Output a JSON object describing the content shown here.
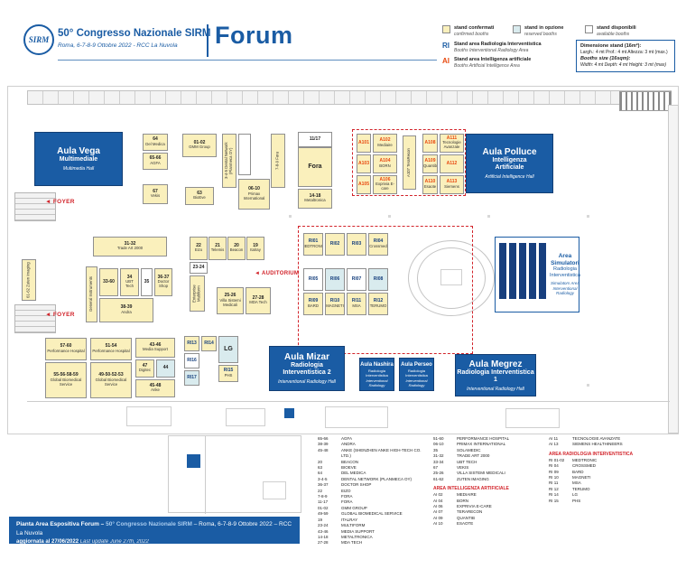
{
  "header": {
    "logo": "SIRM",
    "title": "50° Congresso Nazionale SIRM",
    "subtitle": "Roma, 6-7-8-9 Ottobre 2022 - RCC La Nuvola",
    "page_title": "Forum"
  },
  "legend": {
    "confirmed": {
      "label": "stand confermati",
      "label_en": "confirmed booths",
      "color": "#FAF0BC"
    },
    "option": {
      "label": "stand in opzione",
      "label_en": "reserved booths",
      "color": "#D9EBEE"
    },
    "available": {
      "label": "stand disponibili",
      "label_en": "available booths",
      "color": "#FFFFFF"
    },
    "ri": {
      "code": "RI",
      "label": "Stand area Radiologia Interventistica",
      "label_en": "Booths Interventional Radiology Area",
      "color": "#1A5CA4"
    },
    "ai": {
      "code": "AI",
      "label": "Stand area Intelligenza artificiale",
      "label_en": "Booths Artificial Intelligence Area",
      "color": "#E8490F"
    },
    "dimensions": {
      "title": "Dimensione stand (16m²):",
      "line1": "Largh.: 4 mt  Prof.: 4 mt  Altezza: 3 mt (max.)",
      "title_en": "Booths size (16sqm):",
      "line2": "Width: 4 mt  Depth: 4 mt  Height: 3 mt (max)"
    }
  },
  "labels": {
    "foyer": "FOYER",
    "auditorium": "AUDITORIUM",
    "arrow": "◄"
  },
  "halls": {
    "vega": {
      "name": "Aula Vega",
      "sub": "Multimediale",
      "en": "Multimedia Hall"
    },
    "polluce": {
      "name": "Aula Polluce",
      "sub1": "Intelligenza",
      "sub2": "Artificiale",
      "en": "Artificial Intelligence Hall"
    },
    "mizar": {
      "name": "Aula Mizar",
      "sub1": "Radiologia",
      "sub2": "Interventistica 2",
      "en": "Interventional Radiology Hall"
    },
    "megrez": {
      "name": "Aula Megrez",
      "sub": "Radiologia Interventistica 1",
      "en": "Interventional Radiology Hall"
    },
    "nashira": {
      "name": "Aula Nashira",
      "sub": "Radiologia Interventistica",
      "en": "Interventional Radiology"
    },
    "perseo": {
      "name": "Aula Perseo",
      "sub": "Radiologia Interventistica",
      "en": "Interventional Radiology"
    },
    "simulatori": {
      "s1a": "Area",
      "s1b": "Simulatori",
      "s2a": "Radiologia",
      "s2b": "Interventistica",
      "en1": "Simulators Area",
      "en2": "Interventional",
      "en3": "Radiology"
    }
  },
  "booths": {
    "b64": {
      "num": "64",
      "name": "Del Medica"
    },
    "b6566": {
      "num": "65-66",
      "name": "AGFA"
    },
    "b67": {
      "num": "67",
      "name": "Vekis"
    },
    "b0102": {
      "num": "01-02",
      "name": "GMM Group"
    },
    "b63": {
      "num": "63",
      "name": "BioEve"
    },
    "b345": {
      "num": "",
      "name": "3-4-5 Dental Network (Planmeca OY)"
    },
    "b789": {
      "num": "",
      "name": "7-8-9 Fora"
    },
    "bprimax": {
      "num": "06-10",
      "name": "Primax International"
    },
    "b1117": {
      "num": "11/17",
      "name": ""
    },
    "bfora": {
      "num": "",
      "name": "Fora"
    },
    "b1418": {
      "num": "14-18",
      "name": "Metaltronica"
    },
    "b22": {
      "num": "22",
      "name": "Eizo"
    },
    "b21": {
      "num": "21",
      "name": "Telemis"
    },
    "b20": {
      "num": "20",
      "name": "Beacon"
    },
    "b19": {
      "num": "19",
      "name": "Italray"
    },
    "b2324": {
      "num": "23-24",
      "name": ""
    },
    "bent": {
      "num": "",
      "name": "Enterprise Multiform"
    },
    "b2526": {
      "num": "25-26",
      "name": "Villa Sistemi Medicali"
    },
    "b2728": {
      "num": "27-28",
      "name": "MDA Tech"
    },
    "b3132": {
      "num": "31-32",
      "name": "Trade Art 2000"
    },
    "bgi": {
      "num": "",
      "name": "General Instruments"
    },
    "b3360": {
      "num": "33-60",
      "name": ""
    },
    "b34": {
      "num": "34",
      "name": "UBT Tech"
    },
    "b35": {
      "num": "35",
      "name": ""
    },
    "b3637": {
      "num": "36-37",
      "name": "Doctor Shop"
    },
    "b3839": {
      "num": "38-39",
      "name": "Andra"
    },
    "b6162": {
      "num": "",
      "name": "61-62 Zuten Imaging"
    },
    "b5760": {
      "num": "57-60",
      "name": "Performance Hospital"
    },
    "b5559": {
      "num": "55-56-58-59",
      "name": "Global Biomedical Service"
    },
    "b5154": {
      "num": "51-54",
      "name": "Performance Hospital"
    },
    "b4953": {
      "num": "49-50-52-53",
      "name": "Global Biomedical Service"
    },
    "b4346": {
      "num": "43-46",
      "name": "Media Support"
    },
    "b47": {
      "num": "47",
      "name": "Digitec"
    },
    "b44": {
      "num": "44",
      "name": ""
    },
    "b4548": {
      "num": "45-48",
      "name": "Anke"
    },
    "ri13": {
      "num": "RI13",
      "name": ""
    },
    "ri14": {
      "num": "RI14",
      "name": ""
    },
    "blg": {
      "num": "",
      "name": "LG"
    },
    "ri15": {
      "num": "RI15",
      "name": "PHS"
    },
    "ri16": {
      "num": "RI16",
      "name": ""
    },
    "ri17": {
      "num": "RI17",
      "name": ""
    },
    "ri01": {
      "num": "RI01",
      "name": "MEDTRONIC"
    },
    "ri02": {
      "num": "RI02",
      "name": ""
    },
    "ri03": {
      "num": "RI03",
      "name": ""
    },
    "ri04": {
      "num": "RI04",
      "name": "Crossmed"
    },
    "ri05": {
      "num": "RI05",
      "name": ""
    },
    "ri06": {
      "num": "RI06",
      "name": ""
    },
    "ri07": {
      "num": "RI07",
      "name": ""
    },
    "ri08": {
      "num": "RI08",
      "name": ""
    },
    "ri09": {
      "num": "RI09",
      "name": "BARD"
    },
    "ri10": {
      "num": "RI10",
      "name": "MAGNETI"
    },
    "ri11": {
      "num": "RI11",
      "name": "MSA"
    },
    "ri12": {
      "num": "RI12",
      "name": "TERUMO"
    },
    "a101": {
      "num": "A101",
      "name": ""
    },
    "a102": {
      "num": "A102",
      "name": "Mediaire"
    },
    "a103": {
      "num": "A103",
      "name": ""
    },
    "a104": {
      "num": "A104",
      "name": "BORN"
    },
    "a105": {
      "num": "A105",
      "name": ""
    },
    "a106": {
      "num": "A106",
      "name": "Exprivia E-care"
    },
    "a107": {
      "num": "",
      "name": "A107 TeraRecon"
    },
    "a108": {
      "num": "A108",
      "name": ""
    },
    "a109": {
      "num": "A109",
      "name": "Quantib"
    },
    "a110": {
      "num": "A110",
      "name": "Esaote"
    },
    "a111": {
      "num": "A111",
      "name": "Tecnologie Avanzate"
    },
    "a112": {
      "num": "A112",
      "name": ""
    },
    "a113": {
      "num": "A113",
      "name": "Siemens"
    }
  },
  "exhibitors": {
    "col1": [
      {
        "num": "65-66",
        "name": "AGFA"
      },
      {
        "num": "38-39",
        "name": "ANDRA"
      },
      {
        "num": "45-48",
        "name": "ANKE (SHENZHEN ANKE HIGH-TECH CO. LTD.)"
      },
      {
        "num": "20",
        "name": "BEACON"
      },
      {
        "num": "63",
        "name": "BIOEVE"
      },
      {
        "num": "64",
        "name": "DEL MEDICA"
      },
      {
        "num": "3-4-5",
        "name": "DENTAL NETWORK (PLANMECA OY)"
      },
      {
        "num": "36-37",
        "name": "DOCTOR SHOP"
      },
      {
        "num": "22",
        "name": "EIZO"
      },
      {
        "num": "7-8-9",
        "name": "FORA"
      },
      {
        "num": "11-17",
        "name": "FORA"
      },
      {
        "num": "01-02",
        "name": "GMM GROUP"
      },
      {
        "num": "49-59",
        "name": "GLOBAL BIOMEDICAL SERVICE"
      },
      {
        "num": "19",
        "name": "ITALRAY"
      },
      {
        "num": "23-24",
        "name": "MULTIFORM"
      },
      {
        "num": "43-46",
        "name": "MEDIA SUPPORT"
      },
      {
        "num": "14-18",
        "name": "METALTRONICA"
      },
      {
        "num": "27-28",
        "name": "MDA TECH"
      }
    ],
    "col2": [
      {
        "num": "51-60",
        "name": "PERFORMANCE HOSPITAL"
      },
      {
        "num": "06-10",
        "name": "PRIMAX INTERNATIONAL"
      },
      {
        "num": "35",
        "name": "SOLAMEDIC"
      },
      {
        "num": "31-32",
        "name": "TRADE ART 2000"
      },
      {
        "num": "33-34",
        "name": "UBT TECH"
      },
      {
        "num": "67",
        "name": "VEKIS"
      },
      {
        "num": "25-26",
        "name": "VILLA SISTEMI MEDICALI"
      },
      {
        "num": "61-62",
        "name": "ZUTEN IMAGING"
      },
      {
        "header": "AREA INTELLIGENZA ARTIFICIALE"
      },
      {
        "num": "AI 02",
        "name": "MEDIAIRE"
      },
      {
        "num": "AI 04",
        "name": "BORN"
      },
      {
        "num": "AI 06",
        "name": "EXPRIVIA E-CARE"
      },
      {
        "num": "AI 07",
        "name": "TERARECON"
      },
      {
        "num": "AI 09",
        "name": "QUANTIB"
      },
      {
        "num": "AI 10",
        "name": "ESAOTE"
      }
    ],
    "col3": [
      {
        "num": "AI 11",
        "name": "TECNOLOGIE AVANZATE"
      },
      {
        "num": "AI 13",
        "name": "SIEMENS HEALTHINEERS"
      },
      {
        "header": "AREA RADIOLOGIA INTERVENTISTICA"
      },
      {
        "num": "RI 01-02",
        "name": "MEDTRONIC"
      },
      {
        "num": "RI 04",
        "name": "CROSSMED"
      },
      {
        "num": "RI 09",
        "name": "BARD"
      },
      {
        "num": "RI 10",
        "name": "MAGNETI"
      },
      {
        "num": "RI 11",
        "name": "MSA"
      },
      {
        "num": "RI 12",
        "name": "TERUMO"
      },
      {
        "num": "RI 14",
        "name": "LG"
      },
      {
        "num": "RI 15",
        "name": "PHS"
      }
    ]
  },
  "footer": {
    "l1a": "Pianta Area Espositiva Forum – ",
    "l1b": "50° Congresso Nazionale SIRM",
    "l1c": " – Roma, 6-7-8-9 Ottobre 2022 – RCC La Nuvola",
    "l2a": "aggiornata al 27/06/2022 ",
    "l2b": "Last update June 27th, 2022"
  }
}
